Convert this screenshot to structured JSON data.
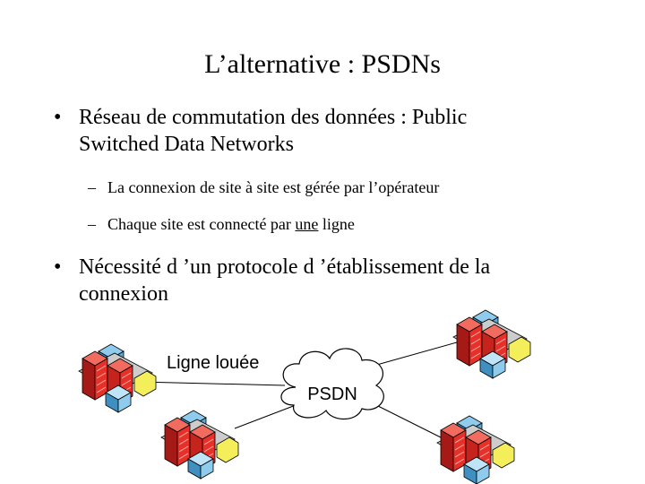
{
  "slide": {
    "title": "L’alternative : PSDNs",
    "bullet1": {
      "marker": "•",
      "line1": "Réseau de commutation des données : Public",
      "line2": "Switched Data Networks"
    },
    "sub1": {
      "marker": "–",
      "text": "La connexion de site à site est gérée par l’opérateur"
    },
    "sub2": {
      "marker": "–",
      "before": "Chaque site est connecté par ",
      "underlined": "une",
      "after": " ligne"
    },
    "bullet2": {
      "marker": "•",
      "line1": "Nécessité d ’un protocole d ’établissement de la",
      "line2": "connexion"
    }
  },
  "diagram": {
    "leased_line_label": "Ligne louée",
    "network_label": "PSDN",
    "colors": {
      "line": "#000000",
      "cloud_fill": "#ffffff",
      "red": "#e8302a",
      "red_dark": "#a51a16",
      "blue": "#8ecbec",
      "blue_dark": "#3f8fc0",
      "yellow": "#f4ee5a",
      "grey": "#cccccc"
    },
    "site_icon": "building-cluster-icon",
    "cloud_icon": "cloud-icon"
  }
}
